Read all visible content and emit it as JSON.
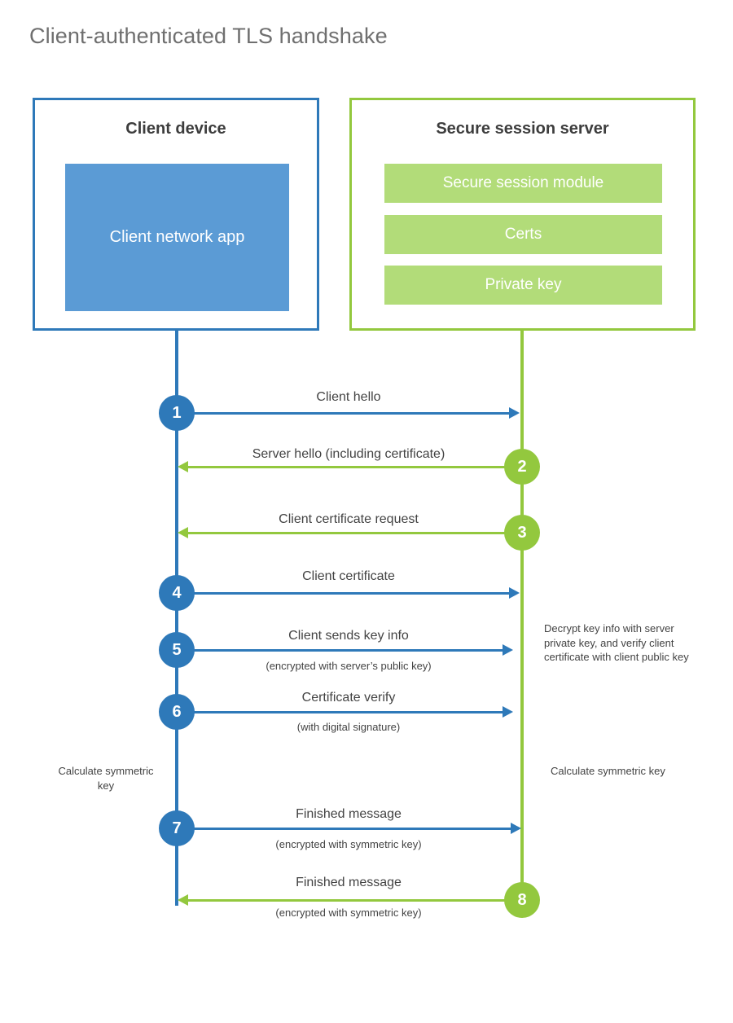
{
  "title": "Client-authenticated TLS handshake",
  "participants": {
    "client": {
      "title": "Client device",
      "block": "Client network app",
      "accent": "#2e79b9",
      "block_fill": "#5b9bd5"
    },
    "server": {
      "title": "Secure session server",
      "accent": "#93c83e",
      "block_fill": "#b2dc79",
      "blocks": [
        "Secure session module",
        "Certs",
        "Private key"
      ]
    }
  },
  "steps": [
    {
      "number": "1",
      "origin": "client",
      "label": "Client hello",
      "sublabel": ""
    },
    {
      "number": "2",
      "origin": "server",
      "label": "Server hello (including certificate)",
      "sublabel": ""
    },
    {
      "number": "3",
      "origin": "server",
      "label": "Client certificate request",
      "sublabel": ""
    },
    {
      "number": "4",
      "origin": "client",
      "label": "Client certificate",
      "sublabel": ""
    },
    {
      "number": "5",
      "origin": "client",
      "label": "Client sends key info",
      "sublabel": "(encrypted with server’s public key)"
    },
    {
      "number": "6",
      "origin": "client",
      "label": "Certificate verify",
      "sublabel": "(with digital signature)"
    },
    {
      "number": "7",
      "origin": "client",
      "label": "Finished message",
      "sublabel": "(encrypted with symmetric key)"
    },
    {
      "number": "8",
      "origin": "server",
      "label": "Finished message",
      "sublabel": "(encrypted with symmetric key)"
    }
  ],
  "notes": {
    "decrypt": "Decrypt key info with server private key, and verify client certificate with client public key",
    "calculate_client": "Calculate symmetric key",
    "calculate_server": "Calculate symmetric key"
  }
}
